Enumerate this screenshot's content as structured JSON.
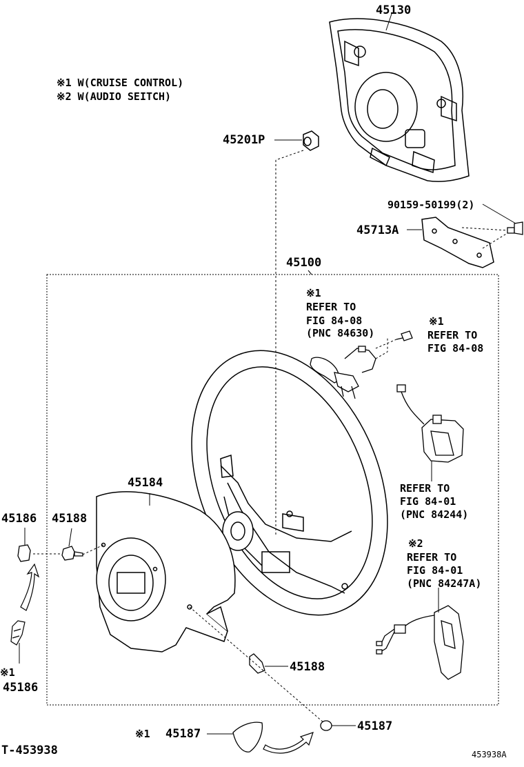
{
  "notes": {
    "note1": "※1 W(CRUISE CONTROL)",
    "note2": "※2 W(AUDIO SEITCH)"
  },
  "parts": {
    "p45130": "45130",
    "p45201P": "45201P",
    "p90159": "90159-50199(2)",
    "p45713A": "45713A",
    "p45100": "45100",
    "p45184": "45184",
    "p45186_top": "45186",
    "p45188_top": "45188",
    "p45188_bottom": "45188",
    "p45187_right": "45187",
    "p45187_left": "45187",
    "p45187_left_mark": "※1",
    "p45186_bottom": "45186",
    "p45186_bottom_mark": "※1"
  },
  "refs": {
    "ref1": {
      "mark": "※1",
      "line1": "REFER TO",
      "line2": "FIG 84-08",
      "line3": "(PNC 84630)"
    },
    "ref2": {
      "mark": "※1",
      "line1": "REFER TO",
      "line2": "FIG 84-08"
    },
    "ref3": {
      "line1": "REFER TO",
      "line2": "FIG 84-01",
      "line3": "(PNC 84244)"
    },
    "ref4": {
      "mark": "※2",
      "line1": "REFER TO",
      "line2": "FIG 84-01",
      "line3": "(PNC 84247A)"
    }
  },
  "footer": {
    "left_code": "T-453938",
    "right_code": "453938A"
  }
}
